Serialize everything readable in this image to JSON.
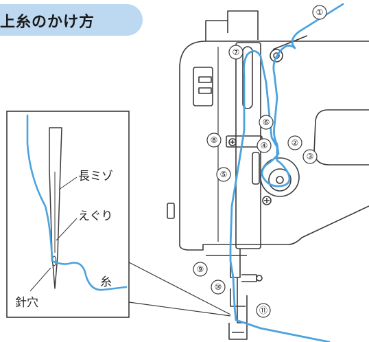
{
  "title": "上糸のかけ方",
  "colors": {
    "thread": "#4aa3df",
    "banner": "#bcd9f1",
    "line": "#3a3a3a"
  },
  "inset_labels": {
    "long_groove": "長ミゾ",
    "scarf": "えぐり",
    "thread": "糸",
    "needle_eye": "針穴"
  },
  "steps": [
    "①",
    "②",
    "③",
    "④",
    "⑤",
    "⑥",
    "⑦",
    "⑧",
    "⑨",
    "⑩",
    "⑪"
  ]
}
